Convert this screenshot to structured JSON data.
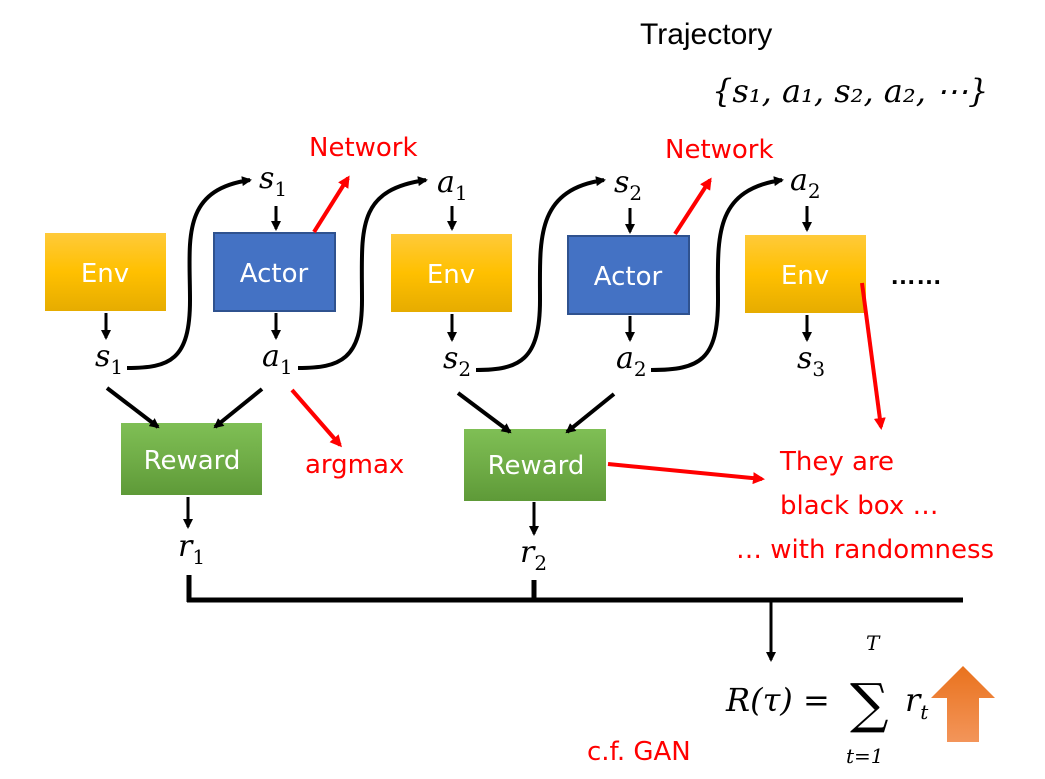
{
  "title": "Trajectory",
  "trajectory_set": "{s₁, a₁, s₂, a₂, ⋯}",
  "colors": {
    "env": "#ffc000",
    "actor": "#4472c4",
    "reward": "#70ad47",
    "annotation": "#ff0000",
    "up_arrow": "#ed7d31"
  },
  "boxes": {
    "env1": "Env",
    "actor1": "Actor",
    "env2": "Env",
    "actor2": "Actor",
    "env3": "Env",
    "reward1": "Reward",
    "reward2": "Reward"
  },
  "variables": {
    "s1_top": {
      "base": "s",
      "sub": "1"
    },
    "a1_top": {
      "base": "a",
      "sub": "1"
    },
    "s2_top": {
      "base": "s",
      "sub": "2"
    },
    "a2_top": {
      "base": "a",
      "sub": "2"
    },
    "s1_bot": {
      "base": "s",
      "sub": "1"
    },
    "a1_bot": {
      "base": "a",
      "sub": "1"
    },
    "s2_bot": {
      "base": "s",
      "sub": "2"
    },
    "a2_bot": {
      "base": "a",
      "sub": "2"
    },
    "s3_bot": {
      "base": "s",
      "sub": "3"
    },
    "r1": {
      "base": "r",
      "sub": "1"
    },
    "r2": {
      "base": "r",
      "sub": "2"
    }
  },
  "ellipsis": "……",
  "annotations": {
    "network1": "Network",
    "network2": "Network",
    "argmax": "argmax",
    "black_box_line1": "They are",
    "black_box_line2": "black box …",
    "black_box_line3": "… with randomness",
    "cf_gan": "c.f. GAN"
  },
  "formula": {
    "lhs": "R(τ) =",
    "sum": "∑",
    "upper": "T",
    "lower": "t=1",
    "term_base": "r",
    "term_sub": "t"
  }
}
